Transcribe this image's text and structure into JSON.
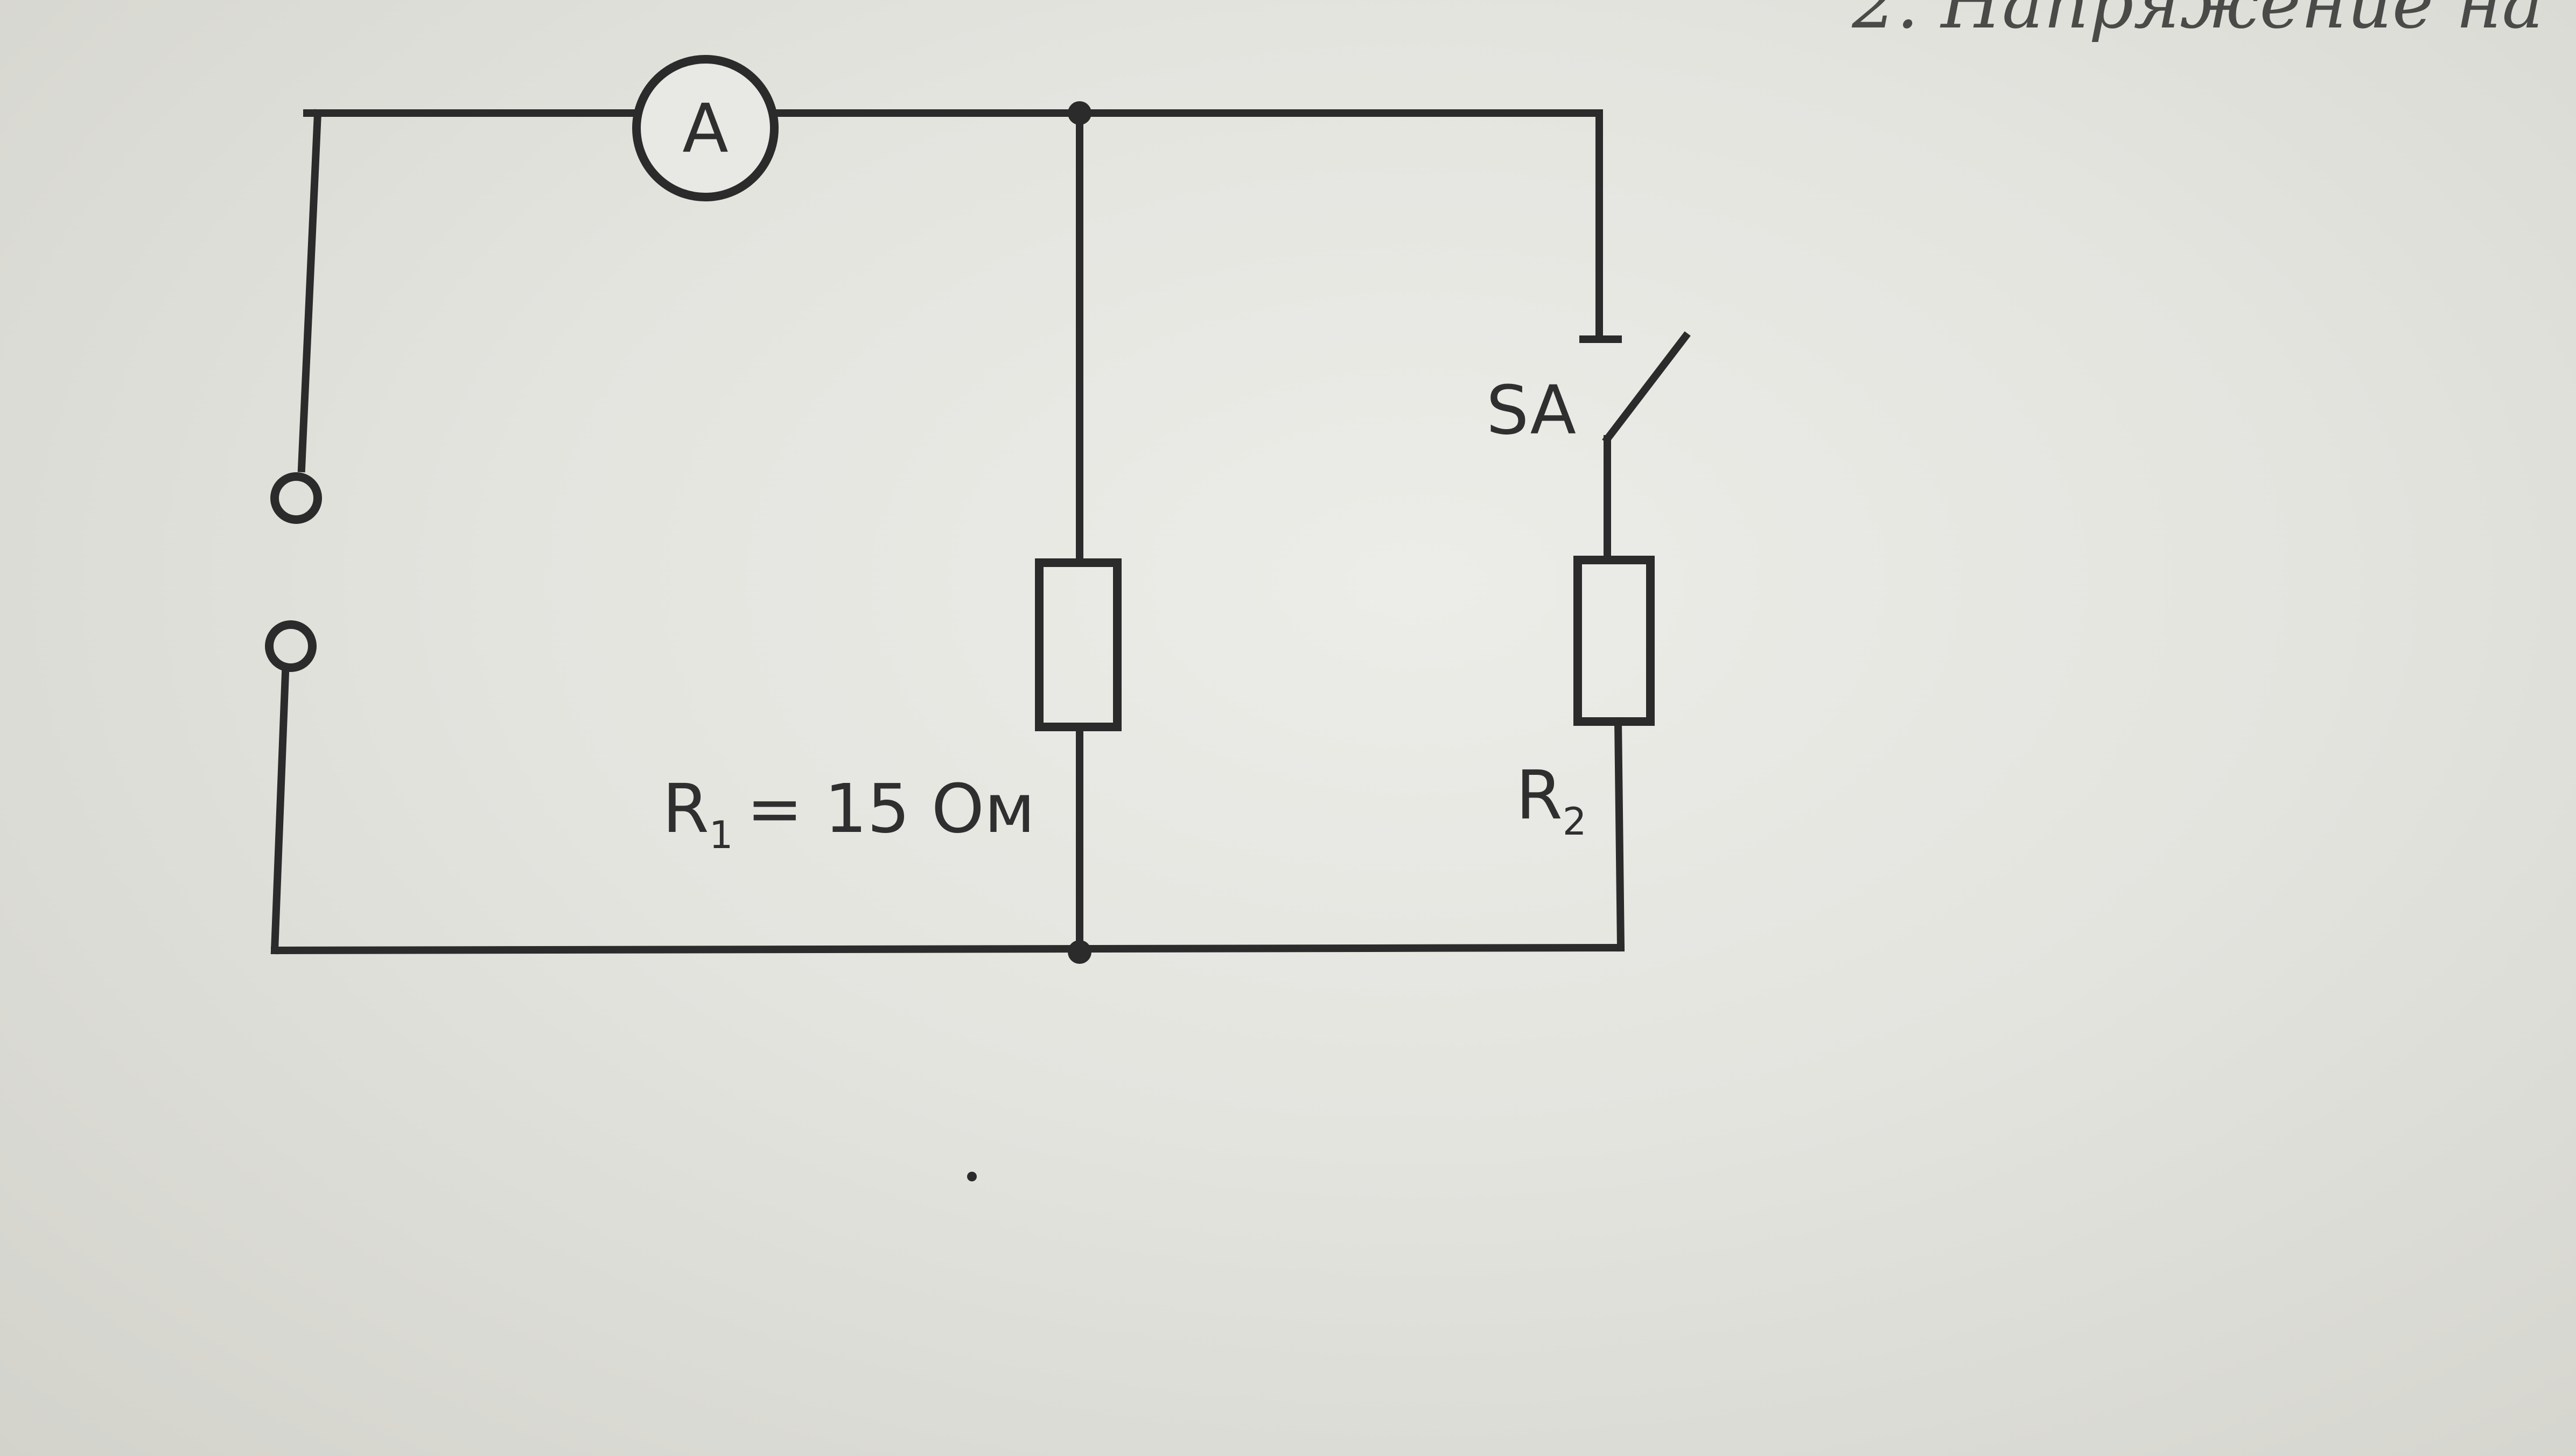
{
  "page_header_fragment": "2. Напряжение на",
  "ammeter": {
    "symbol": "A"
  },
  "switch": {
    "label": "SA"
  },
  "resistor_1": {
    "label_main": "R",
    "label_sub": "1",
    "value_text": "= 15 Ом"
  },
  "resistor_2": {
    "label_main": "R",
    "label_sub": "2"
  }
}
